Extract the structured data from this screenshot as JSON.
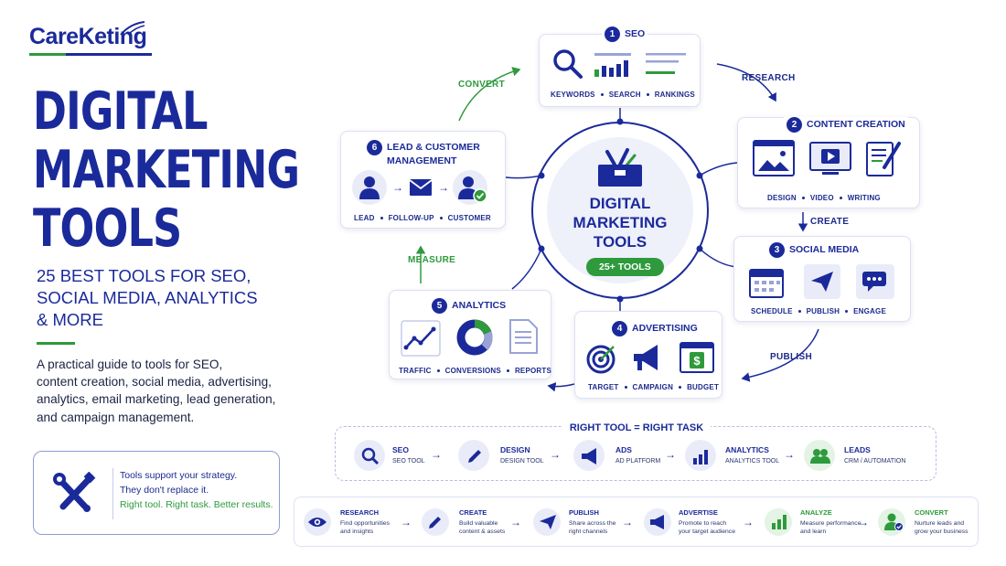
{
  "brand": {
    "logo": "CareKeting"
  },
  "headline": {
    "line1": "DIGITAL",
    "line2": "MARKETING",
    "line3": "TOOLS"
  },
  "subhead": {
    "line1": "25 BEST TOOLS FOR SEO,",
    "line2": "SOCIAL MEDIA, ANALYTICS",
    "line3": "& MORE"
  },
  "description": {
    "line1": "A practical guide to tools for SEO,",
    "line2": "content creation, social media, advertising,",
    "line3": "analytics, email marketing, lead generation,",
    "line4": "and campaign management."
  },
  "note": {
    "line1": "Tools support your strategy.",
    "line2": "They don't replace it.",
    "line3": "Right tool. Right task. Better results."
  },
  "center": {
    "line1": "DIGITAL",
    "line2": "MARKETING",
    "line3": "TOOLS",
    "badge": "25+ TOOLS"
  },
  "cards": {
    "seo": {
      "num": "1",
      "title": "SEO",
      "items": [
        "KEYWORDS",
        "SEARCH",
        "RANKINGS"
      ]
    },
    "content": {
      "num": "2",
      "title": "CONTENT CREATION",
      "items": [
        "DESIGN",
        "VIDEO",
        "WRITING"
      ]
    },
    "social": {
      "num": "3",
      "title": "SOCIAL MEDIA",
      "items": [
        "SCHEDULE",
        "PUBLISH",
        "ENGAGE"
      ]
    },
    "advertising": {
      "num": "4",
      "title": "ADVERTISING",
      "items": [
        "TARGET",
        "CAMPAIGN",
        "BUDGET"
      ]
    },
    "analytics": {
      "num": "5",
      "title": "ANALYTICS",
      "items": [
        "TRAFFIC",
        "CONVERSIONS",
        "REPORTS"
      ]
    },
    "leads": {
      "num": "6",
      "title_line1": "LEAD & CUSTOMER",
      "title_line2": "MANAGEMENT",
      "items": [
        "LEAD",
        "FOLLOW-UP",
        "CUSTOMER"
      ]
    }
  },
  "flow": {
    "convert": "CONVERT",
    "research": "RESEARCH",
    "create": "CREATE",
    "publish": "PUBLISH",
    "measure": "MEASURE"
  },
  "tools": {
    "title": "RIGHT TOOL = RIGHT TASK",
    "items": [
      {
        "name": "SEO",
        "sub": "SEO TOOL"
      },
      {
        "name": "DESIGN",
        "sub": "DESIGN TOOL"
      },
      {
        "name": "ADS",
        "sub": "AD PLATFORM"
      },
      {
        "name": "ANALYTICS",
        "sub": "ANALYTICS TOOL"
      },
      {
        "name": "LEADS",
        "sub": "CRM / AUTOMATION"
      }
    ]
  },
  "steps": [
    {
      "name": "RESEARCH",
      "l1": "Find opportunities",
      "l2": "and insights"
    },
    {
      "name": "CREATE",
      "l1": "Build valuable",
      "l2": "content & assets"
    },
    {
      "name": "PUBLISH",
      "l1": "Share across the",
      "l2": "right channels"
    },
    {
      "name": "ADVERTISE",
      "l1": "Promote to reach",
      "l2": "your target audience"
    },
    {
      "name": "ANALYZE",
      "l1": "Measure performance",
      "l2": "and learn"
    },
    {
      "name": "CONVERT",
      "l1": "Nurture leads and",
      "l2": "grow your business"
    }
  ],
  "colors": {
    "navy": "#1b2a9a",
    "green": "#2e9a3c",
    "light_blue": "#e9ecf8"
  }
}
